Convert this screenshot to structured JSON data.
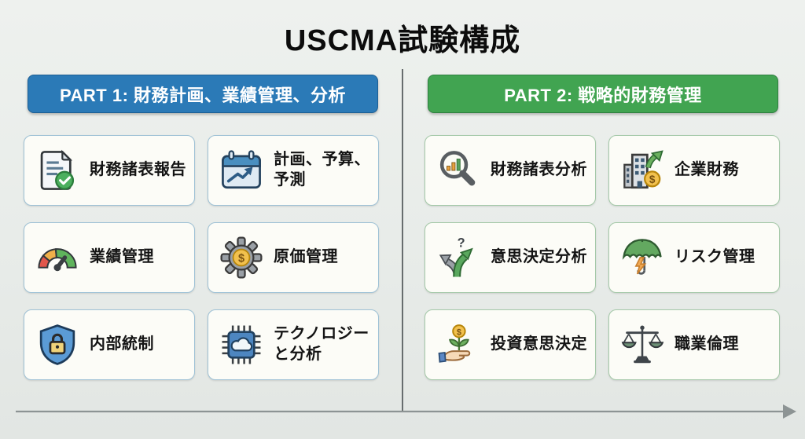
{
  "title": "USCMA試験構成",
  "background_color": "#e9ece9",
  "part1": {
    "label": "PART 1: 財務計画、業績管理、分析",
    "color": "#2b7ab7",
    "items": [
      {
        "label": "財務諸表報告",
        "icon": "document-check-icon"
      },
      {
        "label": "計画、予算、予測",
        "icon": "calendar-trend-icon"
      },
      {
        "label": "業績管理",
        "icon": "gauge-icon"
      },
      {
        "label": "原価管理",
        "icon": "gear-dollar-icon"
      },
      {
        "label": "内部統制",
        "icon": "shield-lock-icon"
      },
      {
        "label": "テクノロジーと分析",
        "icon": "chip-cloud-icon"
      }
    ]
  },
  "part2": {
    "label": "PART 2: 戦略的財務管理",
    "color": "#41a451",
    "items": [
      {
        "label": "財務諸表分析",
        "icon": "magnifier-chart-icon"
      },
      {
        "label": "企業財務",
        "icon": "building-dollar-icon"
      },
      {
        "label": "意思決定分析",
        "icon": "decision-arrows-icon"
      },
      {
        "label": "リスク管理",
        "icon": "umbrella-lightning-icon"
      },
      {
        "label": "投資意思決定",
        "icon": "hand-plant-icon"
      },
      {
        "label": "職業倫理",
        "icon": "scales-icon"
      }
    ]
  }
}
